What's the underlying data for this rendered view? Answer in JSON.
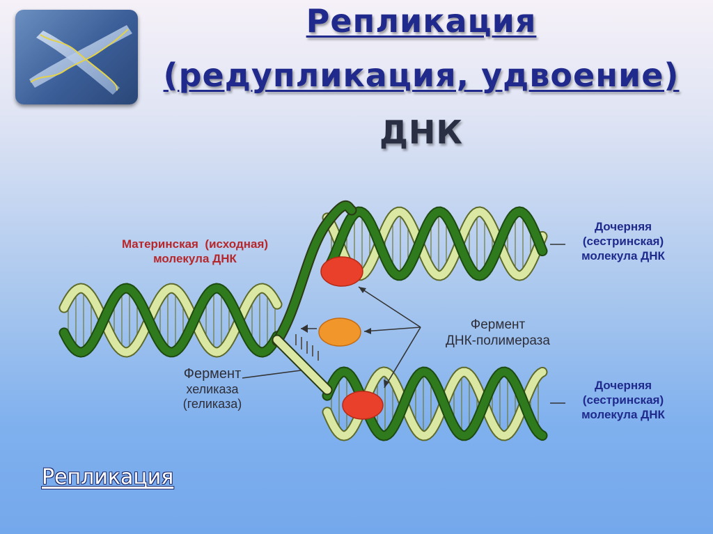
{
  "title": {
    "line1": "Репликация",
    "line2": "(редупликация, удвоение)",
    "line3": "ДНК"
  },
  "diagram": {
    "mother_molecule": "Материнская  (исходная)\nмолекула ДНК",
    "daughter_top": "Дочерняя\n(сестринская)\nмолекула ДНК",
    "daughter_bottom": "Дочерняя\n(сестринская)\nмолекула ДНК",
    "polymerase": "Фермент\nДНК-полимераза",
    "helicase": "Фермент\nхеликаза\n(геликаза)"
  },
  "footer": {
    "label": "Репликация"
  },
  "colors": {
    "title": "#1f2a8c",
    "strand_dark": "#2f7a1c",
    "strand_light": "#dbe8a4",
    "enzyme_red": "#e8402a",
    "enzyme_orange": "#f0962a"
  }
}
